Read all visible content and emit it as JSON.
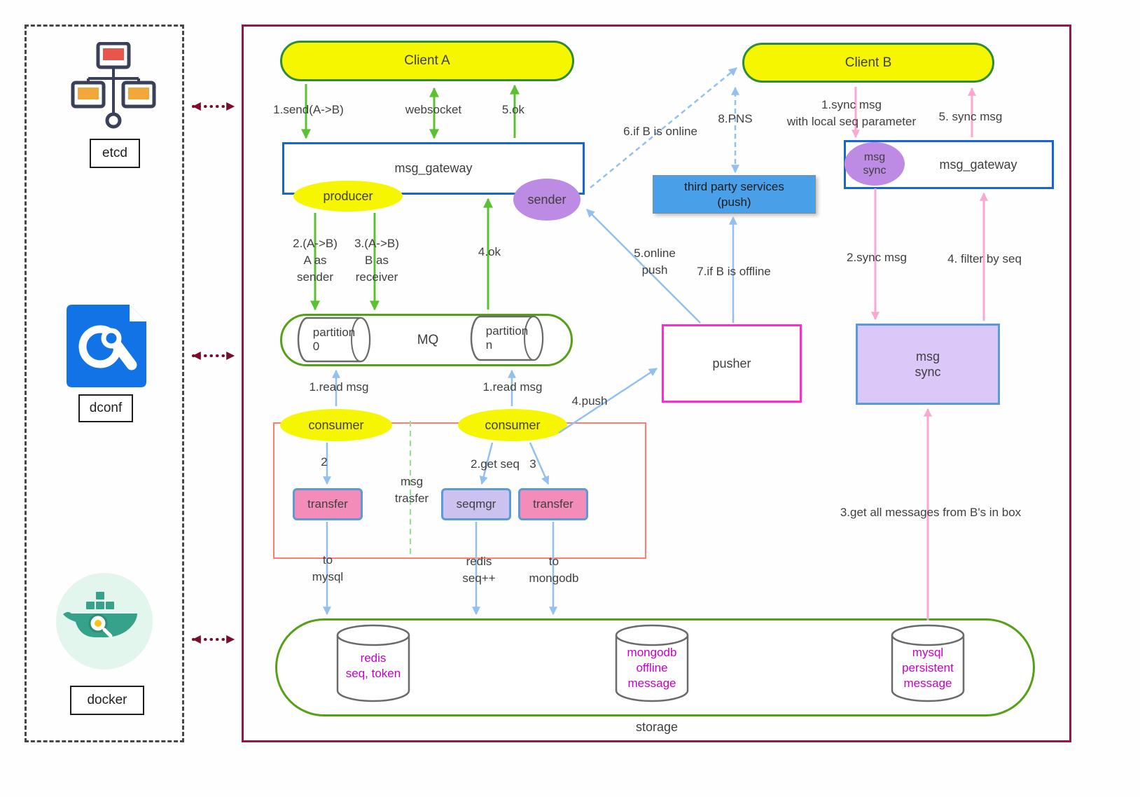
{
  "left_panel": {
    "etcd": "etcd",
    "dconf": "dconf",
    "docker": "docker"
  },
  "nodes": {
    "client_a": "Client A",
    "client_b": "Client B",
    "gateway_a": "msg_gateway",
    "gateway_b": "msg_gateway",
    "producer": "producer",
    "sender": "sender",
    "msg_sync_ellipse": "msg\nsync",
    "third_party": "third party services\n(push)",
    "partition_0": "partition\n0",
    "mq": "MQ",
    "partition_n": "partition\nn",
    "pusher": "pusher",
    "msg_sync_box": "msg\nsync",
    "consumer_left": "consumer",
    "consumer_right": "consumer",
    "transfer_left": "transfer",
    "seqmgr": "seqmgr",
    "transfer_right": "transfer",
    "msg_trasfer_note": "msg\ntrasfer",
    "redis": "redis\nseq, token",
    "mongodb": "mongodb\noffline\nmessage",
    "mysql": "mysql\npersistent\nmessage",
    "storage": "storage"
  },
  "arrow_labels": {
    "send_ab": "1.send(A->B)",
    "websocket": "websocket",
    "ok5": "5.ok",
    "a_as_sender": "2.(A->B)\nA as\nsender",
    "b_as_receiver": "3.(A->B)\nB as\nreceiver",
    "ok4": "4.ok",
    "if_b_online": "6.if B is online",
    "pns": "8.PNS",
    "sync_msg_local": "1.sync msg\nwith local seq parameter",
    "sync_msg_5": "5. sync msg",
    "online_push": "5.online\npush",
    "if_b_offline": "7.if B is offline",
    "sync_msg_2": "2.sync msg",
    "filter_by_seq": "4. filter by seq",
    "read_msg_left": "1.read msg",
    "read_msg_right": "1.read msg",
    "push4": "4.push",
    "step2": "2",
    "get_seq": "2.get seq",
    "step3": "3",
    "to_mysql": "to\nmysql",
    "redis_seq": "redis\nseq++",
    "to_mongodb": "to\nmongodb",
    "get_all": "3.get all messages from B's in box"
  },
  "colors": {
    "yellow": "#f6f600",
    "client_green_border": "#2f8b3a",
    "mq_green_border": "#56a018",
    "gateway_blue_border": "#1565d8",
    "third_party_blue": "#4aa0e8",
    "purple": "#bd8be4",
    "light_purple_box": "#dcc8f8",
    "pink_box": "#f48cba",
    "seqmgr_purple": "#ccc2f0",
    "pusher_magenta": "#ff2bd1",
    "group_red": "#ff7f6e",
    "main_frame_maroon": "#a01243",
    "arrow_green": "#5cc132",
    "arrow_blue": "#93c0ef",
    "arrow_pink": "#f8a8d2",
    "connector_maroon": "#7a0d2c",
    "db_text_magenta": "#c800c8"
  }
}
